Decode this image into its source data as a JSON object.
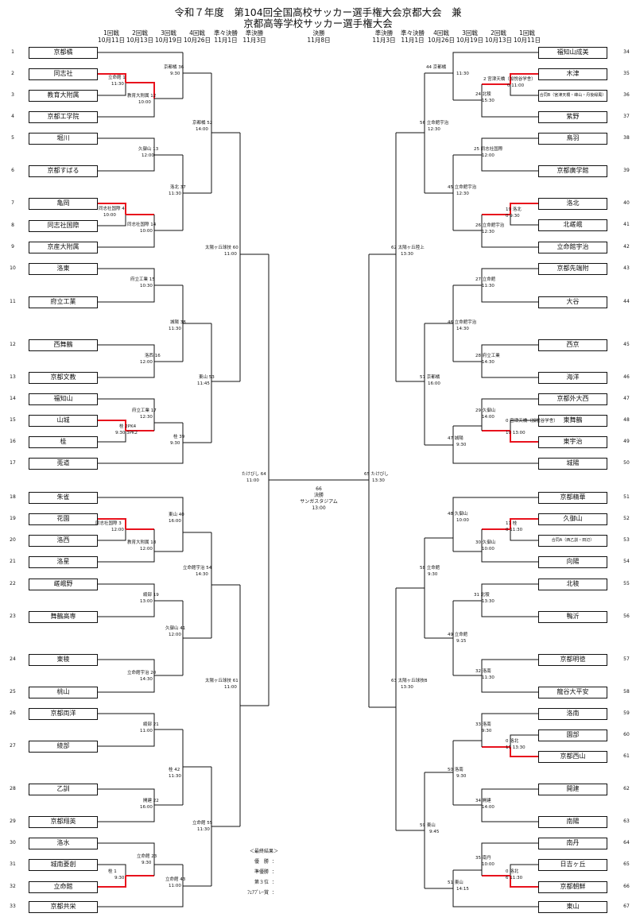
{
  "title": {
    "line1": "令和７年度　第104回全国高校サッカー選手権大会京都大会　兼",
    "line2": "京都高等学校サッカー選手権大会"
  },
  "headers": [
    {
      "round": "1回戦",
      "date": "10月11日"
    },
    {
      "round": "2回戦",
      "date": "10月13日"
    },
    {
      "round": "3回戦",
      "date": "10月19日"
    },
    {
      "round": "4回戦",
      "date": "10月26日"
    },
    {
      "round": "準々決勝",
      "date": "11月1日"
    },
    {
      "round": "準決勝",
      "date": "11月3日"
    },
    {
      "round": "決勝",
      "date": "11月8日"
    },
    {
      "round": "準決勝",
      "date": "11月3日"
    },
    {
      "round": "準々決勝",
      "date": "11月1日"
    },
    {
      "round": "4回戦",
      "date": "10月26日"
    },
    {
      "round": "3回戦",
      "date": "10月19日"
    },
    {
      "round": "2回戦",
      "date": "10月13日"
    },
    {
      "round": "1回戦",
      "date": "10月11日"
    }
  ],
  "left_teams": [
    {
      "no": "1",
      "name": "京都橘"
    },
    {
      "no": "2",
      "name": "同志社"
    },
    {
      "no": "3",
      "name": "教育大附属"
    },
    {
      "no": "4",
      "name": "京都工学院"
    },
    {
      "no": "5",
      "name": "堀川"
    },
    {
      "no": "6",
      "name": "京都すばる"
    },
    {
      "no": "7",
      "name": "亀岡"
    },
    {
      "no": "8",
      "name": "同志社国際"
    },
    {
      "no": "9",
      "name": "京産大附属"
    },
    {
      "no": "10",
      "name": "洛東"
    },
    {
      "no": "11",
      "name": "府立工業"
    },
    {
      "no": "12",
      "name": "西舞鶴"
    },
    {
      "no": "13",
      "name": "京都文教"
    },
    {
      "no": "14",
      "name": "福知山"
    },
    {
      "no": "15",
      "name": "山城"
    },
    {
      "no": "16",
      "name": "桂"
    },
    {
      "no": "17",
      "name": "莵道"
    },
    {
      "no": "18",
      "name": "朱雀"
    },
    {
      "no": "19",
      "name": "花園"
    },
    {
      "no": "20",
      "name": "洛西"
    },
    {
      "no": "21",
      "name": "洛星"
    },
    {
      "no": "22",
      "name": "嵯峨野"
    },
    {
      "no": "23",
      "name": "舞鶴高専"
    },
    {
      "no": "24",
      "name": "東稜"
    },
    {
      "no": "25",
      "name": "桃山"
    },
    {
      "no": "26",
      "name": "京都両洋"
    },
    {
      "no": "27",
      "name": "綾部"
    },
    {
      "no": "28",
      "name": "乙訓"
    },
    {
      "no": "29",
      "name": "京都翔英"
    },
    {
      "no": "30",
      "name": "洛水"
    },
    {
      "no": "31",
      "name": "城南菱創"
    },
    {
      "no": "32",
      "name": "立命館"
    },
    {
      "no": "33",
      "name": "京都共栄"
    }
  ],
  "right_teams": [
    {
      "no": "34",
      "name": "福知山成美"
    },
    {
      "no": "35",
      "name": "木津"
    },
    {
      "no": "36",
      "name": "合同B（宮津天橋・峰山・丹後緑風）"
    },
    {
      "no": "37",
      "name": "紫野"
    },
    {
      "no": "38",
      "name": "鳥羽"
    },
    {
      "no": "39",
      "name": "京都廣学館"
    },
    {
      "no": "40",
      "name": "洛北"
    },
    {
      "no": "41",
      "name": "北嵯峨"
    },
    {
      "no": "42",
      "name": "立命館宇治"
    },
    {
      "no": "43",
      "name": "京都先端附"
    },
    {
      "no": "44",
      "name": "大谷"
    },
    {
      "no": "45",
      "name": "西京"
    },
    {
      "no": "46",
      "name": "海洋"
    },
    {
      "no": "47",
      "name": "京都外大西"
    },
    {
      "no": "48",
      "name": "東舞鶴"
    },
    {
      "no": "49",
      "name": "東宇治"
    },
    {
      "no": "50",
      "name": "城陽"
    },
    {
      "no": "51",
      "name": "京都精華"
    },
    {
      "no": "52",
      "name": "久御山"
    },
    {
      "no": "53",
      "name": "合同A（西乙訓・田辺）"
    },
    {
      "no": "54",
      "name": "向陽"
    },
    {
      "no": "55",
      "name": "北稜"
    },
    {
      "no": "56",
      "name": "鴨沂"
    },
    {
      "no": "57",
      "name": "京都明徳"
    },
    {
      "no": "58",
      "name": "龍谷大平安"
    },
    {
      "no": "59",
      "name": "洛南"
    },
    {
      "no": "60",
      "name": "園部"
    },
    {
      "no": "61",
      "name": "京都西山"
    },
    {
      "no": "62",
      "name": "開建"
    },
    {
      "no": "63",
      "name": "南陽"
    },
    {
      "no": "64",
      "name": "南丹"
    },
    {
      "no": "65",
      "name": "日吉ヶ丘"
    },
    {
      "no": "66",
      "name": "京都朝鮮"
    },
    {
      "no": "67",
      "name": "東山"
    }
  ],
  "annotations": [
    {
      "id": "a01",
      "text": "京都橘 36"
    },
    {
      "id": "a02",
      "text": "9:30"
    },
    {
      "id": "a03",
      "text": "立命館 1"
    },
    {
      "id": "a04",
      "text": "11:30"
    },
    {
      "id": "a05",
      "text": "教育大附属 12"
    },
    {
      "id": "a06",
      "text": "10:00"
    },
    {
      "id": "a07",
      "text": "京都橘 52"
    },
    {
      "id": "a08",
      "text": "14:00"
    },
    {
      "id": "a09",
      "text": "久御山 13"
    },
    {
      "id": "a10",
      "text": "12:00"
    },
    {
      "id": "a11",
      "text": "洛北 37"
    },
    {
      "id": "a12",
      "text": "11:30"
    },
    {
      "id": "a13",
      "text": "同志社国際 4"
    },
    {
      "id": "a14",
      "text": "10:00"
    },
    {
      "id": "a15",
      "text": "同志社国際 14"
    },
    {
      "id": "a16",
      "text": "10:00"
    },
    {
      "id": "a17",
      "text": "太陽ヶ丘球技 60"
    },
    {
      "id": "a18",
      "text": "11:00"
    },
    {
      "id": "a19",
      "text": "府立工業 15"
    },
    {
      "id": "a20",
      "text": "10:30"
    },
    {
      "id": "a21",
      "text": "城陽 38"
    },
    {
      "id": "a22",
      "text": "11:30"
    },
    {
      "id": "a23",
      "text": "洛西 16"
    },
    {
      "id": "a24",
      "text": "12:00"
    },
    {
      "id": "a25",
      "text": "東山 53"
    },
    {
      "id": "a26",
      "text": "11:45"
    },
    {
      "id": "a27",
      "text": "府立工業 17"
    },
    {
      "id": "a28",
      "text": "12:30"
    },
    {
      "id": "a29",
      "text": "桂 2PK4"
    },
    {
      "id": "a30",
      "text": "9:30 3PK2"
    },
    {
      "id": "a31",
      "text": "桂 39"
    },
    {
      "id": "a32",
      "text": "9:30"
    },
    {
      "id": "a33",
      "text": "たけびし 64"
    },
    {
      "id": "a34",
      "text": "11:00"
    },
    {
      "id": "a35",
      "text": "東山 40"
    },
    {
      "id": "a36",
      "text": "16:00"
    },
    {
      "id": "a37",
      "text": "同志社国際 3"
    },
    {
      "id": "a38",
      "text": "12:00"
    },
    {
      "id": "a39",
      "text": "教育大附属 18"
    },
    {
      "id": "a40",
      "text": "12:00"
    },
    {
      "id": "a41",
      "text": "立命館宇治 54"
    },
    {
      "id": "a42",
      "text": "14:30"
    },
    {
      "id": "a43",
      "text": "綾部 19"
    },
    {
      "id": "a44",
      "text": "13:00"
    },
    {
      "id": "a45",
      "text": "久御山 41"
    },
    {
      "id": "a46",
      "text": "12:00"
    },
    {
      "id": "a47",
      "text": "立命館宇治 20"
    },
    {
      "id": "a48",
      "text": "14:30"
    },
    {
      "id": "a49",
      "text": "太陽ヶ丘球技 61"
    },
    {
      "id": "a50",
      "text": "11:00"
    },
    {
      "id": "a51",
      "text": "綾部 21"
    },
    {
      "id": "a52",
      "text": "11:00"
    },
    {
      "id": "a53",
      "text": "桂 42"
    },
    {
      "id": "a54",
      "text": "11:30"
    },
    {
      "id": "a55",
      "text": "開建 22"
    },
    {
      "id": "a56",
      "text": "16:00"
    },
    {
      "id": "a57",
      "text": "立命館 55"
    },
    {
      "id": "a58",
      "text": "11:30"
    },
    {
      "id": "a59",
      "text": "立命館 23"
    },
    {
      "id": "a60",
      "text": "9:30"
    },
    {
      "id": "a61",
      "text": "桂 1"
    },
    {
      "id": "a62",
      "text": "9:30"
    },
    {
      "id": "a63",
      "text": "立命館 43"
    },
    {
      "id": "a64",
      "text": "11:00"
    },
    {
      "id": "b01",
      "text": "44 京都橘"
    },
    {
      "id": "b02",
      "text": "11:30"
    },
    {
      "id": "b03",
      "text": "2 宮津天橋（加悦谷学舎）"
    },
    {
      "id": "b04",
      "text": "0 11:00"
    },
    {
      "id": "b05",
      "text": "24 北稜"
    },
    {
      "id": "b06",
      "text": "15:30"
    },
    {
      "id": "b07",
      "text": "56 立命館宇治"
    },
    {
      "id": "b08",
      "text": "12:30"
    },
    {
      "id": "b09",
      "text": "25 同志社国際"
    },
    {
      "id": "b10",
      "text": "12:00"
    },
    {
      "id": "b11",
      "text": "45 立命館宇治"
    },
    {
      "id": "b12",
      "text": "12:30"
    },
    {
      "id": "b13",
      "text": "19 洛北"
    },
    {
      "id": "b14",
      "text": "0 9:30"
    },
    {
      "id": "b15",
      "text": "26 立命館宇治"
    },
    {
      "id": "b16",
      "text": "12:30"
    },
    {
      "id": "b17",
      "text": "62 太陽ヶ丘陸上"
    },
    {
      "id": "b18",
      "text": "13:30"
    },
    {
      "id": "b19",
      "text": "27 立命館"
    },
    {
      "id": "b20",
      "text": "11:30"
    },
    {
      "id": "b21",
      "text": "46 立命館宇治"
    },
    {
      "id": "b22",
      "text": "14:30"
    },
    {
      "id": "b23",
      "text": "28 府立工業"
    },
    {
      "id": "b24",
      "text": "14:30"
    },
    {
      "id": "b25",
      "text": "57 京都橘"
    },
    {
      "id": "b26",
      "text": "16:00"
    },
    {
      "id": "b27",
      "text": "29 久御山"
    },
    {
      "id": "b28",
      "text": "14:00"
    },
    {
      "id": "b29",
      "text": "0 宮津天橋（加悦谷学舎）"
    },
    {
      "id": "b30",
      "text": "10 13:00"
    },
    {
      "id": "b31",
      "text": "47 城陽"
    },
    {
      "id": "b32",
      "text": "9:30"
    },
    {
      "id": "b33",
      "text": "65 たけびし"
    },
    {
      "id": "b34",
      "text": "13:30"
    },
    {
      "id": "b35",
      "text": "48 久御山"
    },
    {
      "id": "b36",
      "text": "10:00"
    },
    {
      "id": "b37",
      "text": "11 桂"
    },
    {
      "id": "b38",
      "text": "0 11:30"
    },
    {
      "id": "b39",
      "text": "30 久御山"
    },
    {
      "id": "b40",
      "text": "10:00"
    },
    {
      "id": "b41",
      "text": "58 立命館"
    },
    {
      "id": "b42",
      "text": "9:30"
    },
    {
      "id": "b43",
      "text": "31 北稜"
    },
    {
      "id": "b44",
      "text": "13:30"
    },
    {
      "id": "b45",
      "text": "49 立命館"
    },
    {
      "id": "b46",
      "text": "9:15"
    },
    {
      "id": "b47",
      "text": "32 洛南"
    },
    {
      "id": "b48",
      "text": "11:30"
    },
    {
      "id": "b49",
      "text": "63 太陽ヶ丘球技B"
    },
    {
      "id": "b50",
      "text": "13:30"
    },
    {
      "id": "b51",
      "text": "33 洛南"
    },
    {
      "id": "b52",
      "text": "9:30"
    },
    {
      "id": "b53",
      "text": "0 洛北"
    },
    {
      "id": "b54",
      "text": "11 13:30"
    },
    {
      "id": "b55",
      "text": "50 洛南"
    },
    {
      "id": "b56",
      "text": "9:30"
    },
    {
      "id": "b57",
      "text": "34 開建"
    },
    {
      "id": "b58",
      "text": "14:00"
    },
    {
      "id": "b59",
      "text": "59 東山"
    },
    {
      "id": "b60",
      "text": "9:45"
    },
    {
      "id": "b61",
      "text": "35 南丹"
    },
    {
      "id": "b62",
      "text": "10:00"
    },
    {
      "id": "b63",
      "text": "0 洛北"
    },
    {
      "id": "b64",
      "text": "6 11:30"
    },
    {
      "id": "b65",
      "text": "51 東山"
    },
    {
      "id": "b66",
      "text": "14:15"
    }
  ],
  "final": {
    "number": "66",
    "label": "決勝",
    "venue": "サンガスタジアム",
    "time": "13:00"
  },
  "results": {
    "heading": "＜最終結果＞",
    "rows": [
      "優　勝",
      "準優勝",
      "第３位",
      "ﾌｪｱﾌﾟﾚｰ賞"
    ]
  },
  "colors": {
    "winner_line": "#e8121d",
    "line": "#111111"
  }
}
